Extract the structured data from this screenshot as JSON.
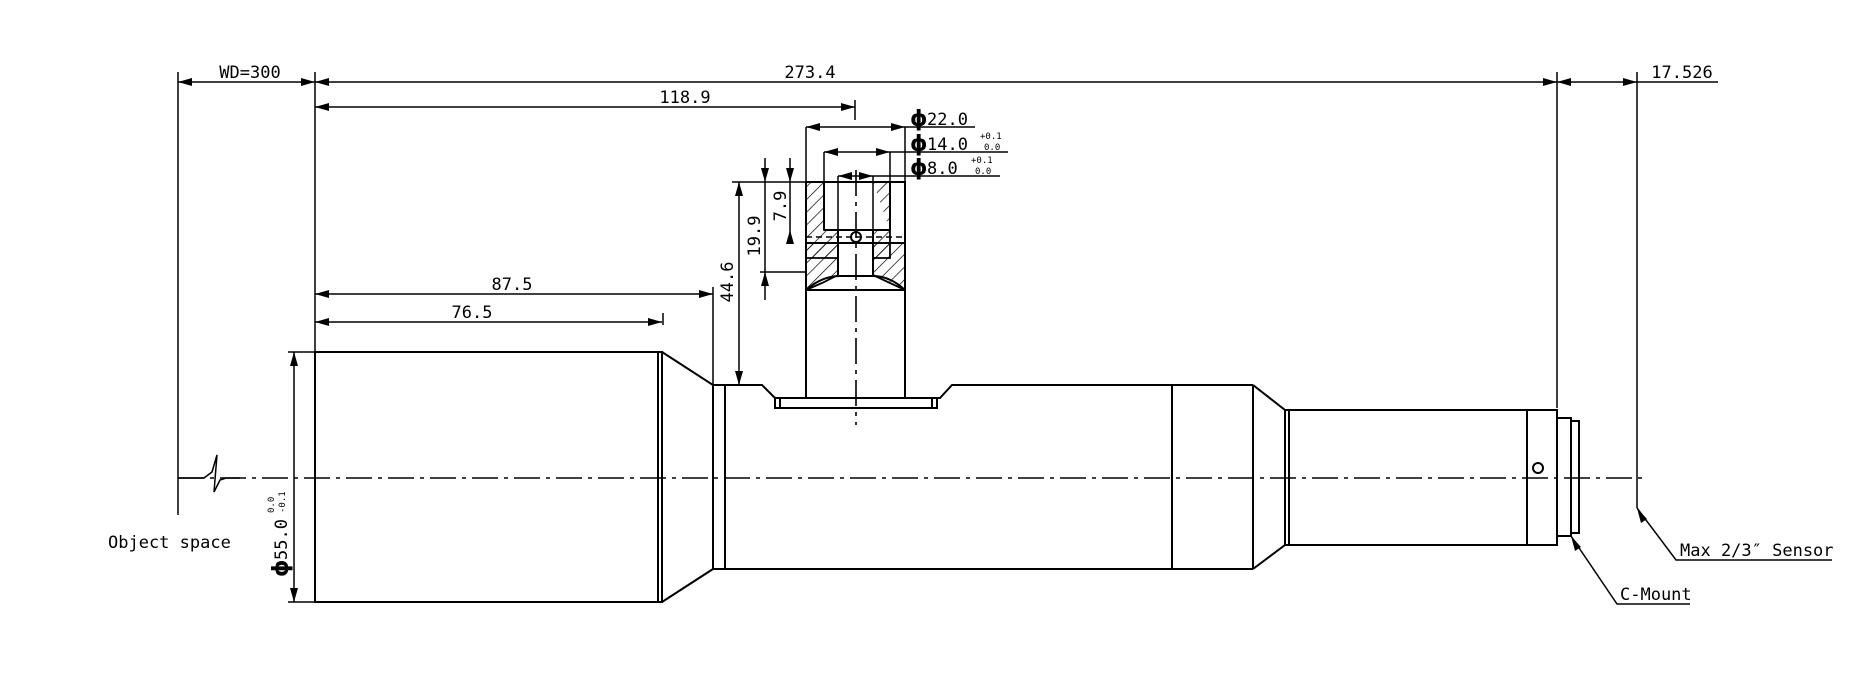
{
  "dimensions": {
    "working_distance": "WD=300",
    "total_length": "273.4",
    "back_focal": "17.526",
    "port_position": "118.9",
    "front_length": "87.5",
    "front_barrel_length": "76.5",
    "port_height": "44.6",
    "port_depth": "19.9",
    "port_step": "7.9"
  },
  "diameters": {
    "port_outer": "22.0",
    "port_mid": "14.0",
    "port_mid_tol_upper": "+0.1",
    "port_mid_tol_lower": "0.0",
    "port_inner": "8.0",
    "port_inner_tol_upper": "+0.1",
    "port_inner_tol_lower": "0.0",
    "front": "55.0",
    "front_tol_upper": "0.0",
    "front_tol_lower": "-0.1",
    "symbol": "ϕ"
  },
  "labels": {
    "object_space": "Object space",
    "sensor": "Max 2/3″ Sensor",
    "mount": "C-Mount"
  }
}
